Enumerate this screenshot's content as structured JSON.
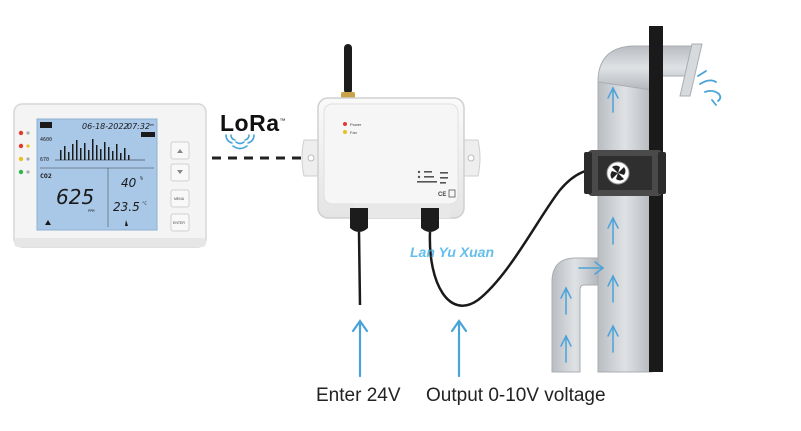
{
  "lora_label": "LoRa",
  "lora_sup": "™",
  "monitor": {
    "date": "06-18-2022",
    "time": "07:32",
    "time_suffix": "PM",
    "ppm_top": "4600",
    "ppm_low": "670",
    "gas": "CO2",
    "co2_value": "625",
    "co2_unit": "PPM",
    "humidity": "40",
    "humidity_unit": "%",
    "temperature": "23.5",
    "temperature_unit": "°C",
    "btn_menu": "MENU",
    "btn_enter": "ENTER"
  },
  "controller": {
    "led_power": "Power",
    "led_fan": "Fan"
  },
  "watermark": "Lan Yu Xuan",
  "label_input": "Enter 24V",
  "label_output": "Output 0-10V voltage",
  "colors": {
    "arrow": "#4aa3d8",
    "pipe": "#c9ccd0",
    "pole": "#1a1a1a",
    "lcd": "#a9c8e8",
    "led_red": "#e23b2e",
    "led_yellow": "#e8c020",
    "led_green": "#2fb84a"
  }
}
